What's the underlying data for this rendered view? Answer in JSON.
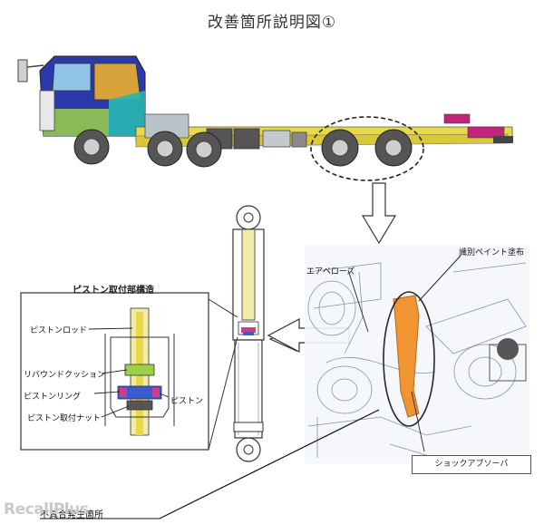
{
  "title": "改善箇所説明図①",
  "detail_box": {
    "heading": "ピストン取付部構造",
    "labels": {
      "piston_rod": "ピストンロッド",
      "rebound_cushion": "リバウンドクッション",
      "piston_ring": "ピストンリング",
      "piston": "ピストン",
      "piston_nut": "ピストン取付ナット"
    }
  },
  "photo_labels": {
    "paint": "識別ペイント塗布",
    "air_bellows": "エアベローズ",
    "shock_absorber": "ショックアブソーバ"
  },
  "bottom_label": "不具合発生箇所",
  "logo": "RecallPlus",
  "colors": {
    "cab": "#2a3aa8",
    "frame": "#e8d948",
    "shock_highlight": "#f08a1c"
  }
}
